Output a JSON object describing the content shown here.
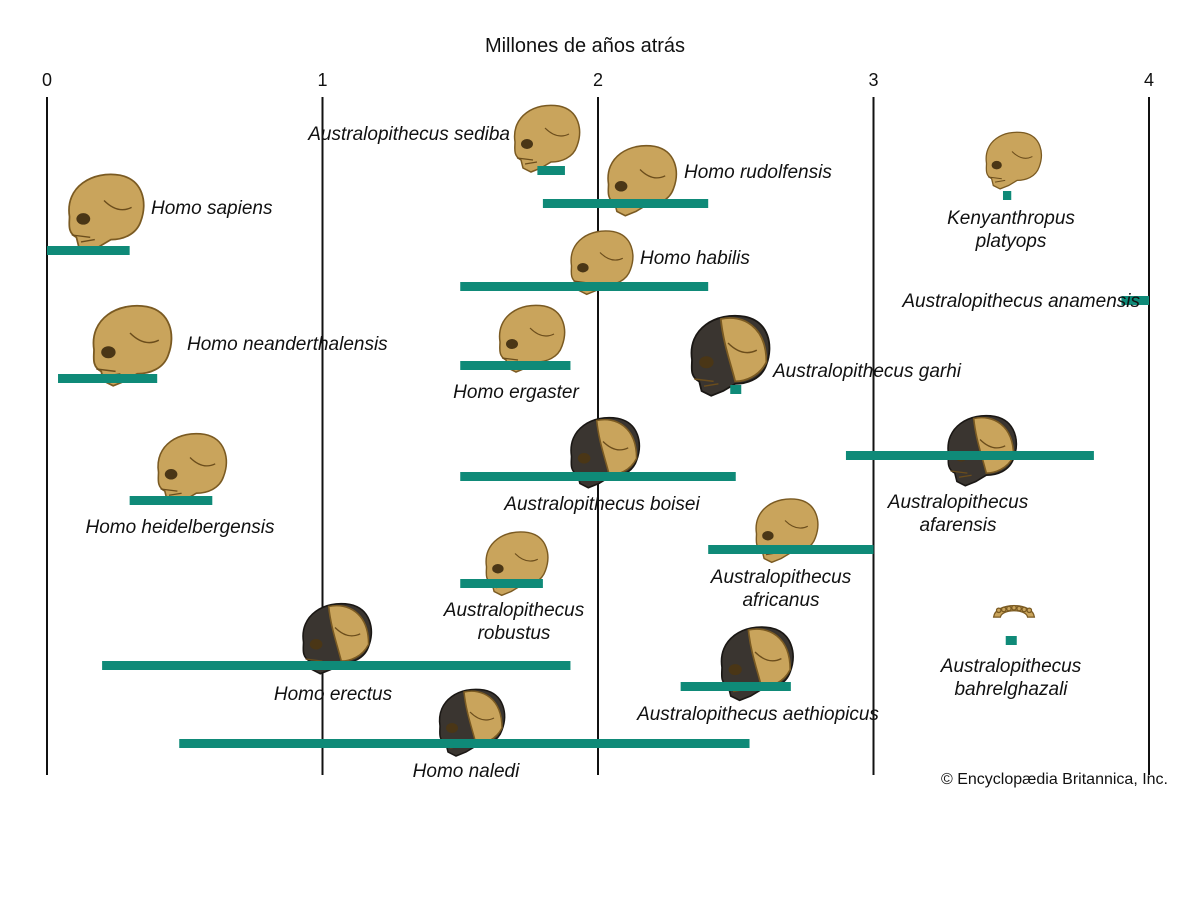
{
  "chart_data": {
    "type": "range-bar",
    "title": "Millones de años atrás",
    "x_ticks": [
      "0",
      "1",
      "2",
      "3",
      "4"
    ],
    "xlim": [
      0,
      4
    ],
    "grid": "vertical lines at each integer tick",
    "bar_color": "#0f8a78",
    "species": [
      {
        "name": "Australopithecus sediba",
        "range": [
          1.78,
          1.88
        ],
        "skull": "light"
      },
      {
        "name": "Homo rudolfensis",
        "range": [
          1.8,
          2.4
        ],
        "skull": "light"
      },
      {
        "name": "Kenyanthropus platyops",
        "lines": [
          "Kenyanthropus",
          "platyops"
        ],
        "range": [
          3.47,
          3.5
        ],
        "skull": "light"
      },
      {
        "name": "Homo sapiens",
        "range": [
          0.0,
          0.3
        ],
        "skull": "light"
      },
      {
        "name": "Homo habilis",
        "range": [
          1.5,
          2.4
        ],
        "skull": "light"
      },
      {
        "name": "Australopithecus anamensis",
        "range": [
          3.9,
          4.0
        ],
        "skull": "none"
      },
      {
        "name": "Homo neanderthalensis",
        "range": [
          0.04,
          0.4
        ],
        "skull": "light"
      },
      {
        "name": "Homo ergaster",
        "range": [
          1.5,
          1.9
        ],
        "skull": "light"
      },
      {
        "name": "Australopithecus garhi",
        "range": [
          2.48,
          2.52
        ],
        "skull": "dark"
      },
      {
        "name": "Australopithecus afarensis",
        "lines": [
          "Australopithecus",
          "afarensis"
        ],
        "range": [
          2.9,
          3.8
        ],
        "skull": "dark"
      },
      {
        "name": "Homo heidelbergensis",
        "range": [
          0.3,
          0.6
        ],
        "skull": "light"
      },
      {
        "name": "Australopithecus boisei",
        "range": [
          1.5,
          2.5
        ],
        "skull": "dark"
      },
      {
        "name": "Australopithecus africanus",
        "lines": [
          "Australopithecus",
          "africanus"
        ],
        "range": [
          2.4,
          3.0
        ],
        "skull": "light"
      },
      {
        "name": "Australopithecus robustus",
        "lines": [
          "Australopithecus",
          "robustus"
        ],
        "range": [
          1.5,
          1.8
        ],
        "skull": "light"
      },
      {
        "name": "Australopithecus bahrelghazali",
        "lines": [
          "Australopithecus",
          "bahrelghazali"
        ],
        "range": [
          3.48,
          3.52
        ],
        "skull": "jaw"
      },
      {
        "name": "Homo erectus",
        "range": [
          0.2,
          1.9
        ],
        "skull": "dark"
      },
      {
        "name": "Australopithecus aethiopicus",
        "range": [
          2.3,
          2.7
        ],
        "skull": "dark"
      },
      {
        "name": "Homo naledi",
        "range": [
          0.48,
          2.55
        ],
        "skull": "dark"
      }
    ]
  },
  "credit": "© Encyclopædia Britannica, Inc."
}
